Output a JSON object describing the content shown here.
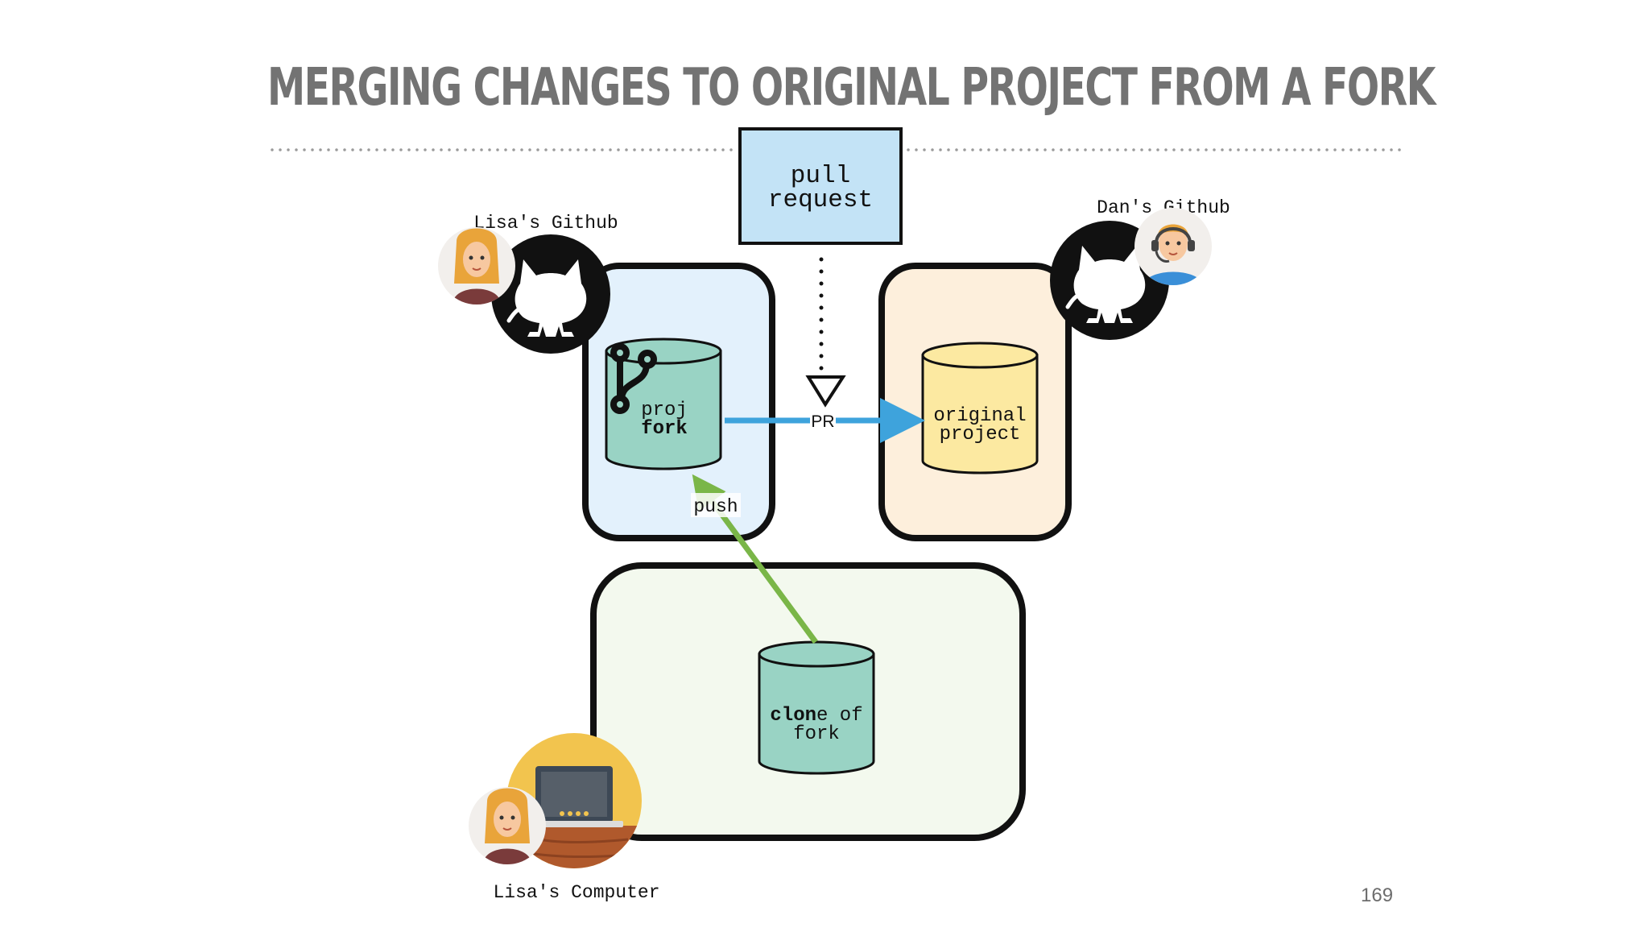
{
  "slide": {
    "title": "MERGING CHANGES TO ORIGINAL PROJECT FROM A FORK",
    "page_number": "169"
  },
  "pull_request_box": {
    "line1": "pull",
    "line2": "request"
  },
  "lisa_github": {
    "label": "Lisa's Github"
  },
  "dan_github": {
    "label": "Dan's Github"
  },
  "lisa_computer": {
    "label": "Lisa's Computer"
  },
  "proj_fork": {
    "line1": "proj",
    "line2": "fork"
  },
  "original_project": {
    "line1": "original",
    "line2": "project"
  },
  "clone_of_fork": {
    "line1_bold": "clon",
    "line1_rest": "e of",
    "line2": "fork"
  },
  "arrows": {
    "pr_label": "PR",
    "push_label": "push"
  },
  "colors": {
    "title_gray": "#737373",
    "pr_arrow_blue": "#3ea3dc",
    "push_arrow_green": "#7ab648",
    "cylinder_teal": "#99d3c4",
    "cylinder_yellow": "#fce9a1",
    "box_blue": "#e3f1fc",
    "box_orange": "#fdefdc",
    "box_green": "#f3f9ee",
    "pull_request_fill": "#c3e3f6"
  },
  "icons": [
    "github-octocat-icon",
    "git-branch-icon",
    "laptop-icon",
    "lisa-avatar",
    "dan-avatar"
  ]
}
